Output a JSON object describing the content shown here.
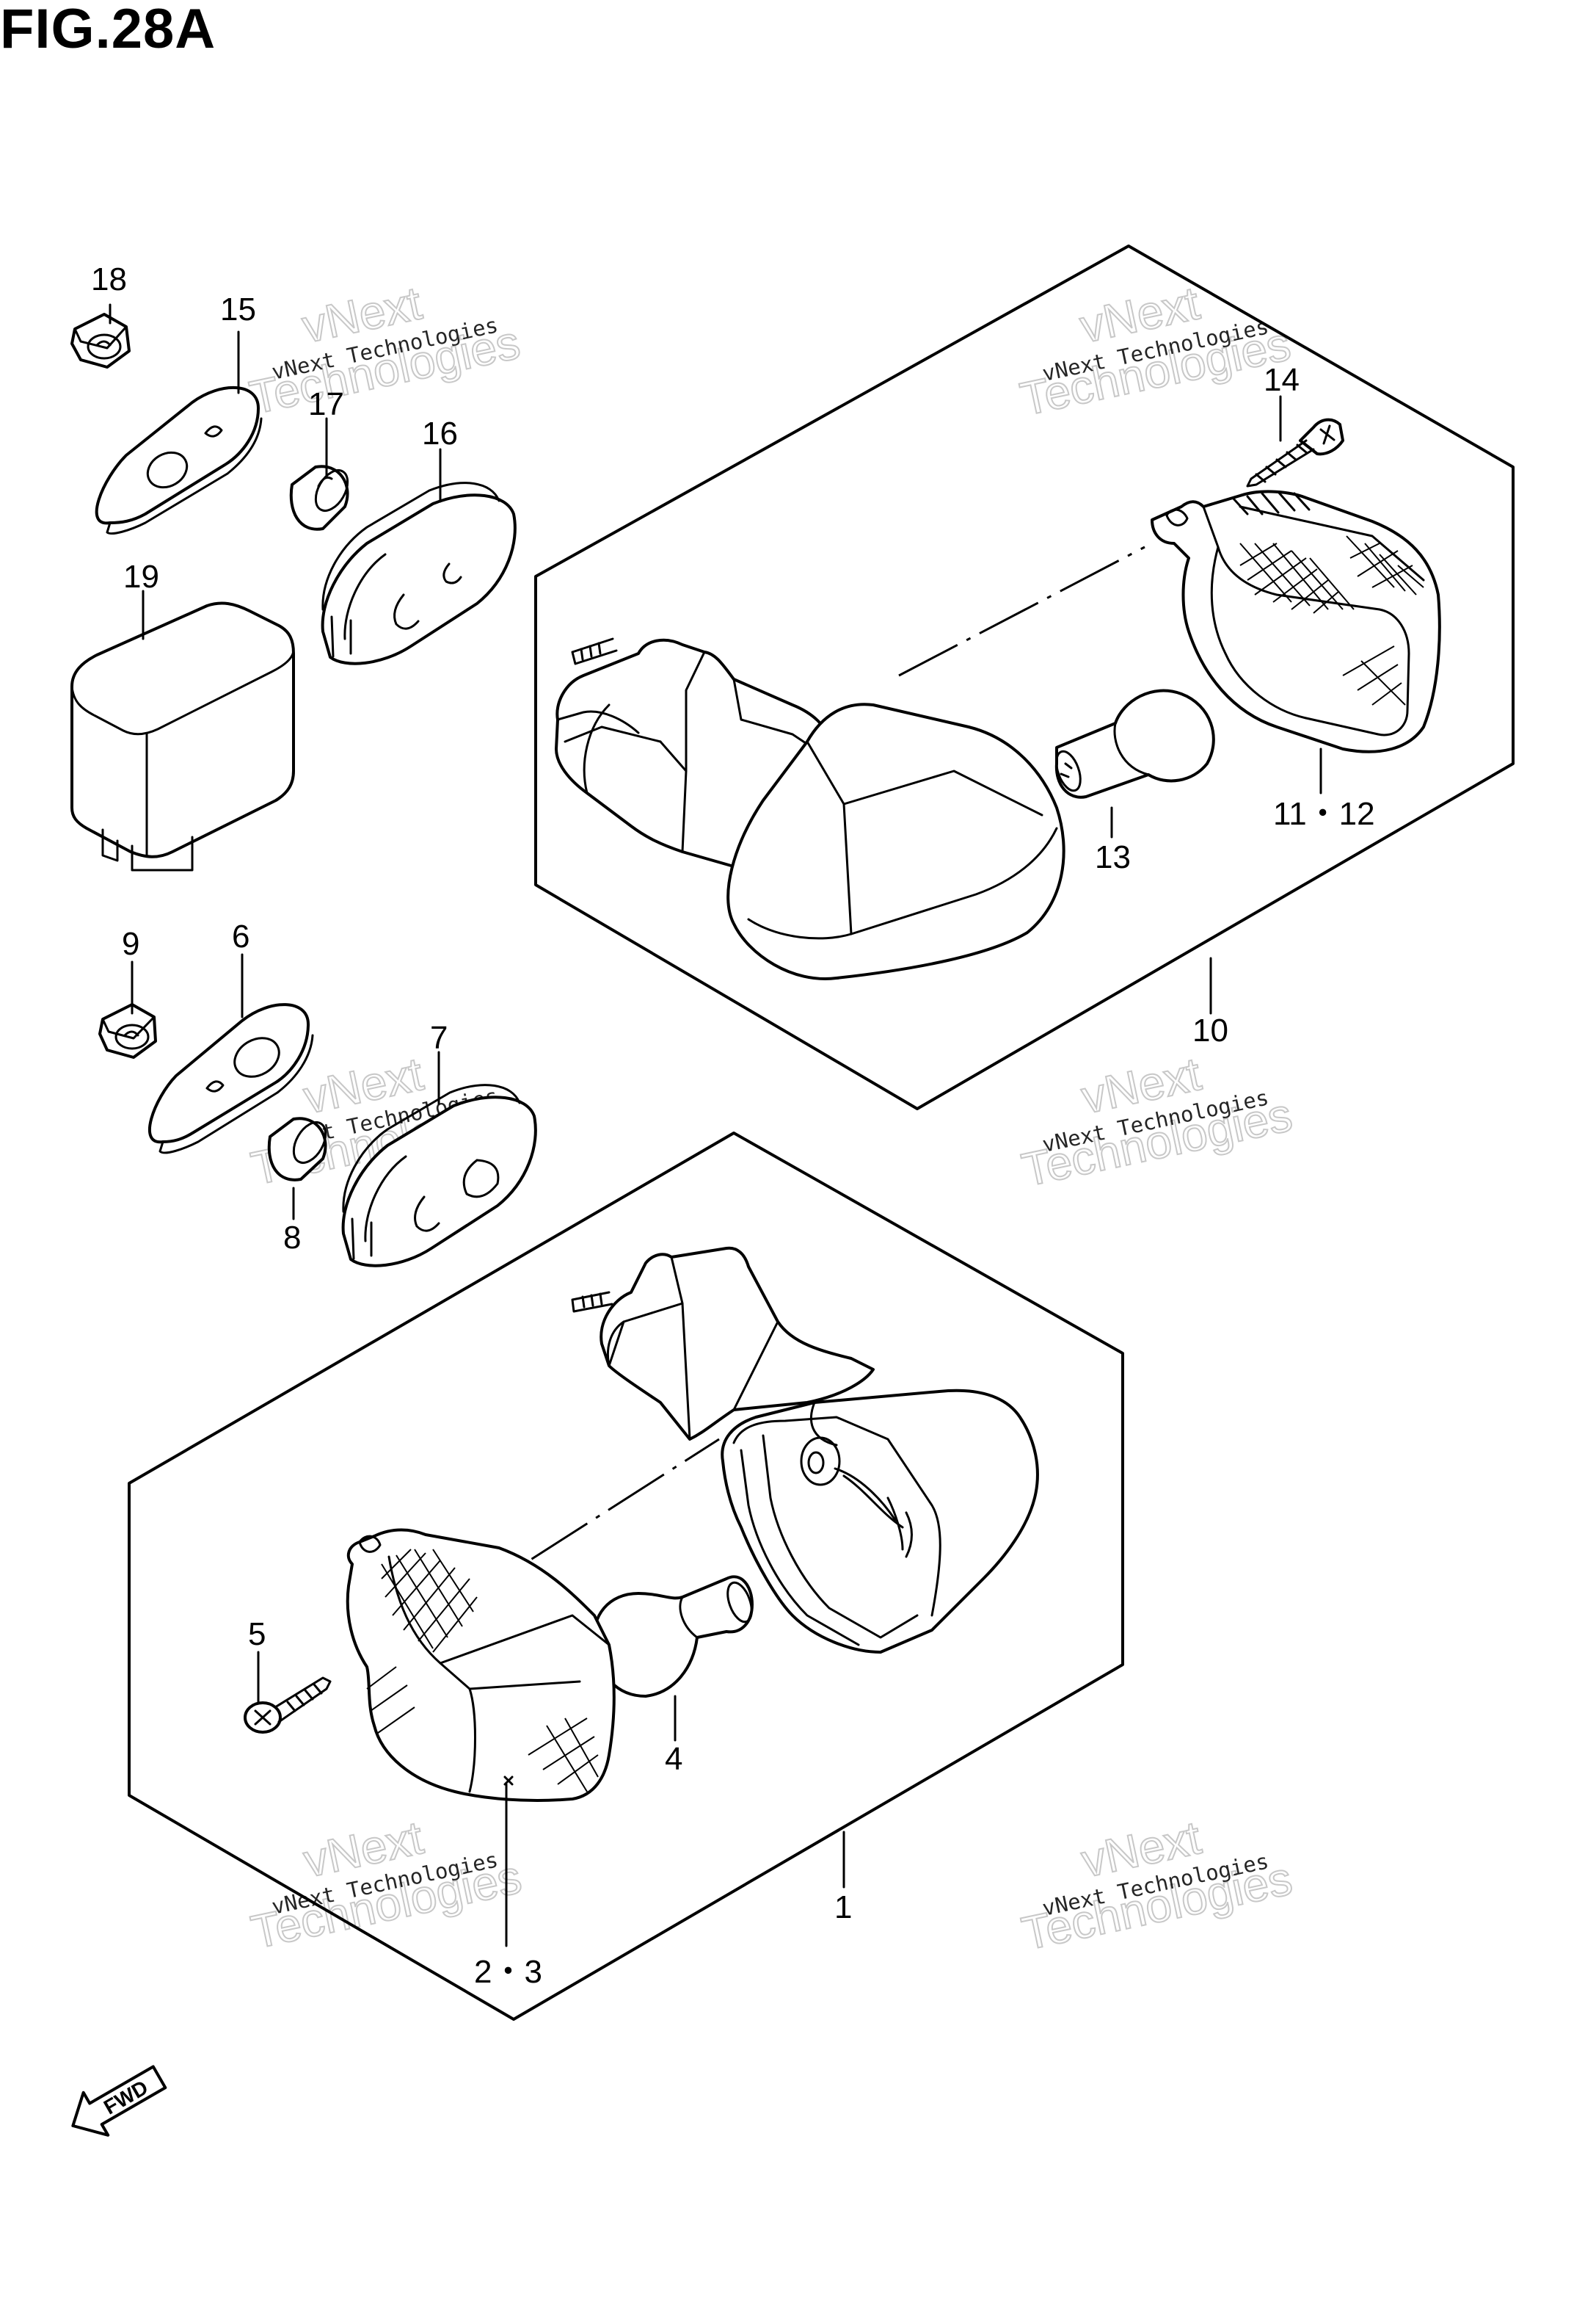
{
  "title": "FIG.28A",
  "callouts": {
    "c1": "1",
    "c23": "2・3",
    "c4": "4",
    "c5": "5",
    "c6": "6",
    "c7": "7",
    "c8": "8",
    "c9": "9",
    "c10": "10",
    "c1112": "11・12",
    "c13": "13",
    "c14": "14",
    "c15": "15",
    "c16": "16",
    "c17": "17",
    "c18": "18",
    "c19": "19"
  },
  "watermark": {
    "line1": "vNext",
    "line2": "vNext Technologies",
    "line3": "Technologies"
  },
  "direction_badge": "FWD"
}
